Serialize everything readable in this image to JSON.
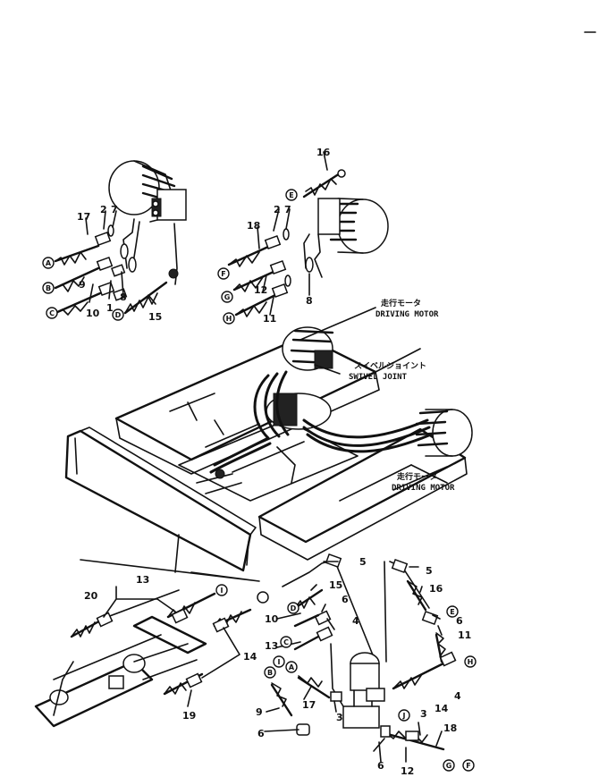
{
  "callouts": {
    "tl": [
      "17",
      "2",
      "7",
      "9",
      "10",
      "1",
      "8",
      "15"
    ],
    "tr": [
      "16",
      "18",
      "2",
      "7",
      "12",
      "11",
      "8"
    ],
    "bl": [
      "20",
      "13",
      "14",
      "19"
    ],
    "br": [
      "5",
      "15",
      "6",
      "10",
      "4",
      "13",
      "17",
      "3",
      "9",
      "6",
      "5",
      "16",
      "6",
      "11",
      "14",
      "4",
      "3",
      "18",
      "12",
      "6"
    ]
  },
  "letters": {
    "tl": [
      "A",
      "B",
      "C",
      "D"
    ],
    "tr": [
      "E",
      "F",
      "G",
      "H"
    ],
    "bl": [
      "I"
    ],
    "br": [
      "D",
      "C",
      "I",
      "A",
      "B",
      "E",
      "H",
      "J",
      "G",
      "F"
    ]
  },
  "captions": {
    "motor_top_jp": "走行モータ",
    "motor_top_en": "DRIVING MOTOR",
    "swivel_jp": "スイベルジョイント",
    "swivel_en": "SWIVEL JOINT",
    "motor_right_jp": "走行モータ",
    "motor_right_en": "DRIVING MOTOR"
  }
}
